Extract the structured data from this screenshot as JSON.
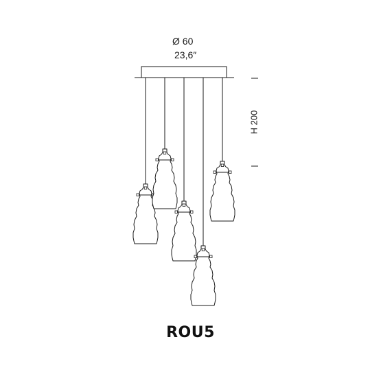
{
  "dimensions": {
    "diameter": "Ø 60",
    "diameter_inches": "23,6″",
    "height": "H 200"
  },
  "product": {
    "model": "ROU5"
  },
  "colors": {
    "line": "#1a1a1a",
    "background": "#ffffff"
  }
}
